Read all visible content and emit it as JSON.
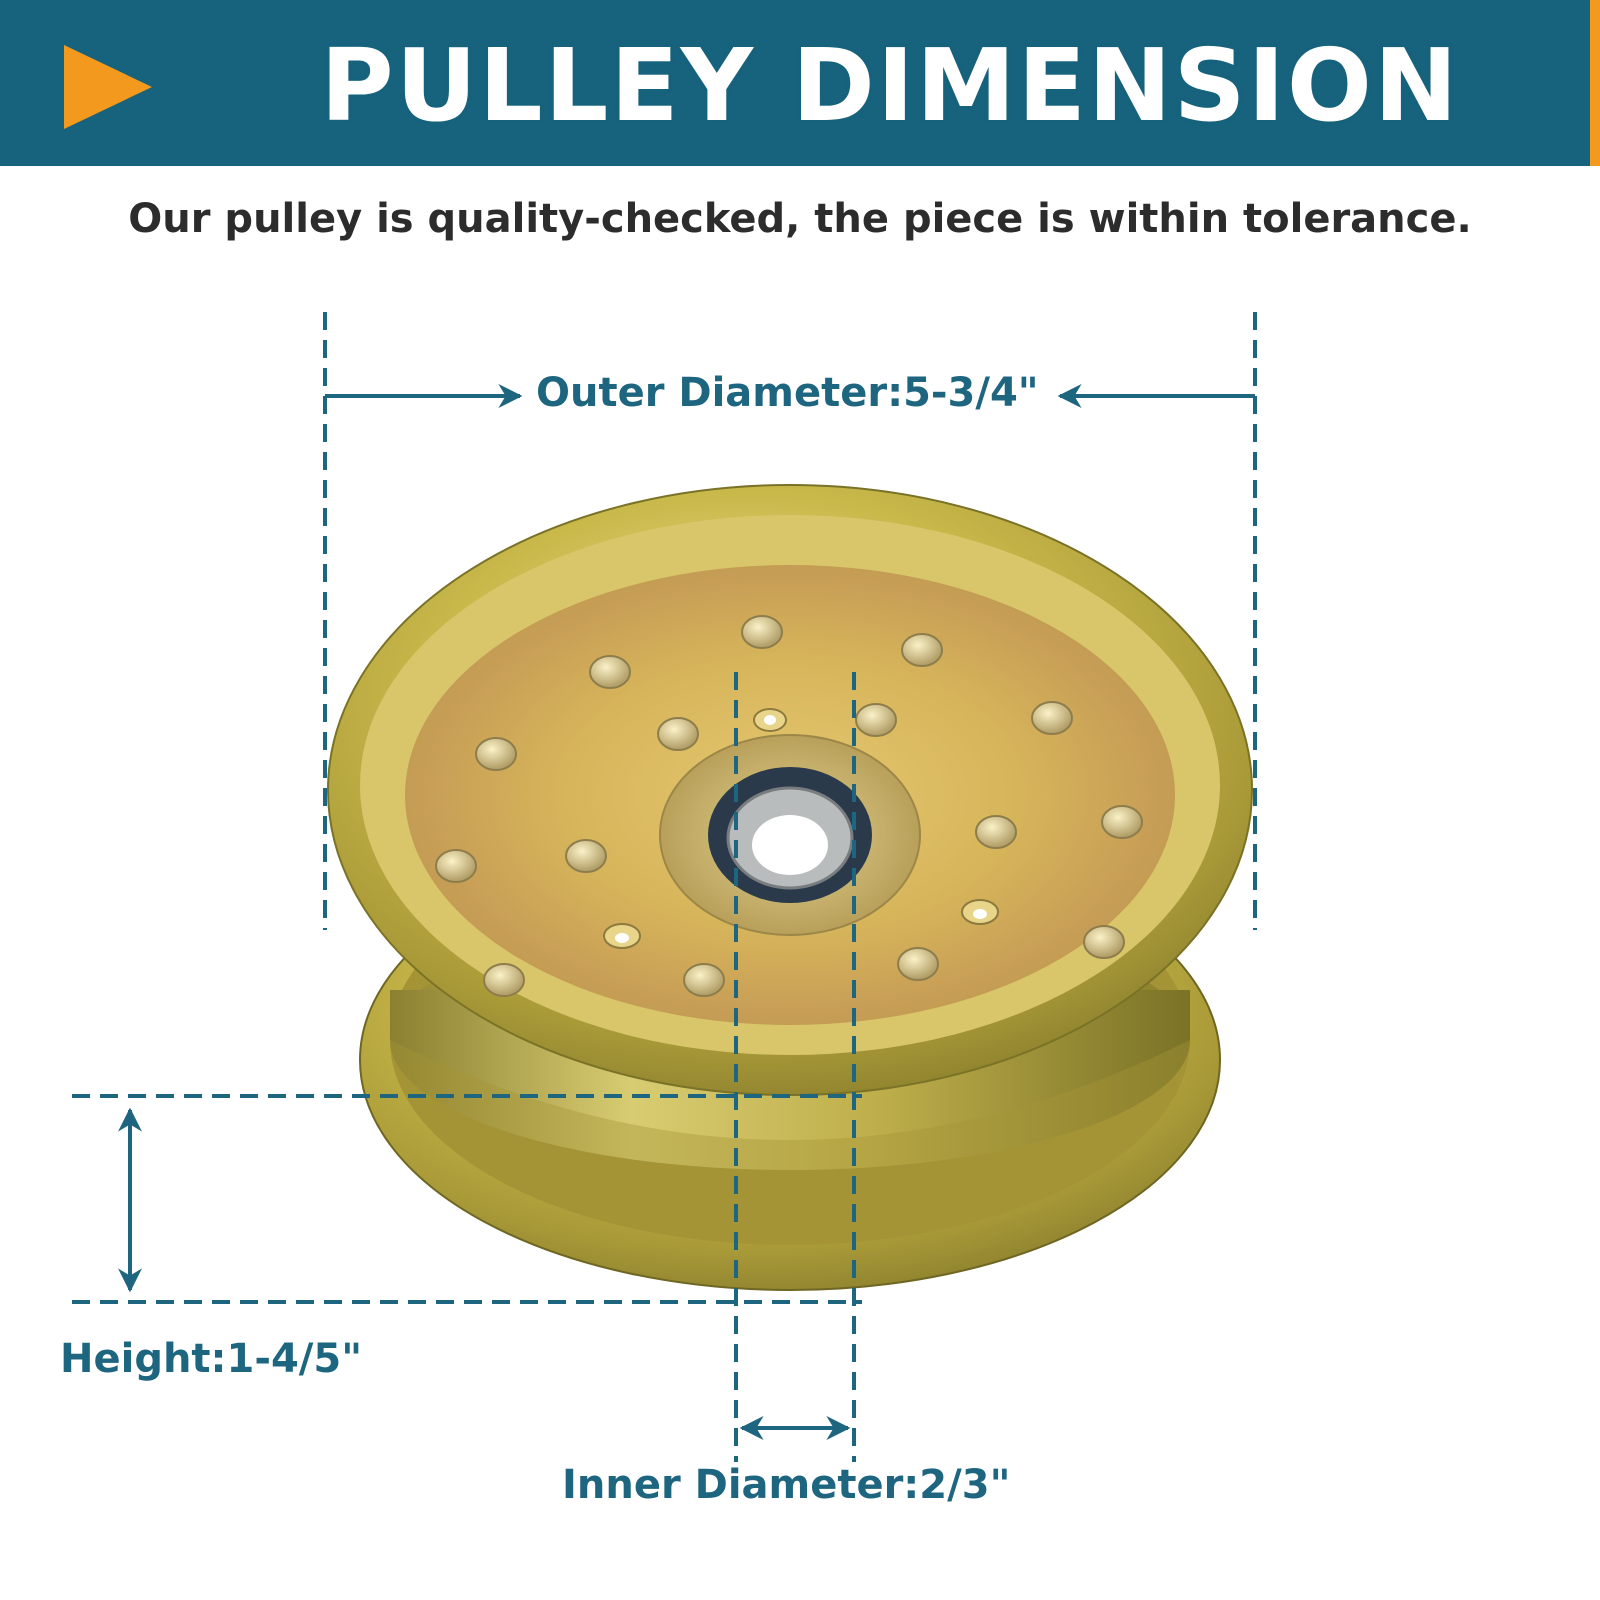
{
  "header": {
    "title": "PULLEY DIMENSION",
    "colors": {
      "banner": "#17637d",
      "accent": "#f39a1e"
    },
    "icon": "play-triangle-icon"
  },
  "subtitle": "Our pulley is quality-checked, the piece is within tolerance.",
  "dimensions": {
    "outer_diameter": "Outer Diameter:5-3/4\"",
    "height": "Height:1-4/5\"",
    "inner_diameter": "Inner Diameter:2/3\""
  },
  "colors": {
    "dimension_lines": "#1e6680",
    "text": "#2c2c2c"
  }
}
